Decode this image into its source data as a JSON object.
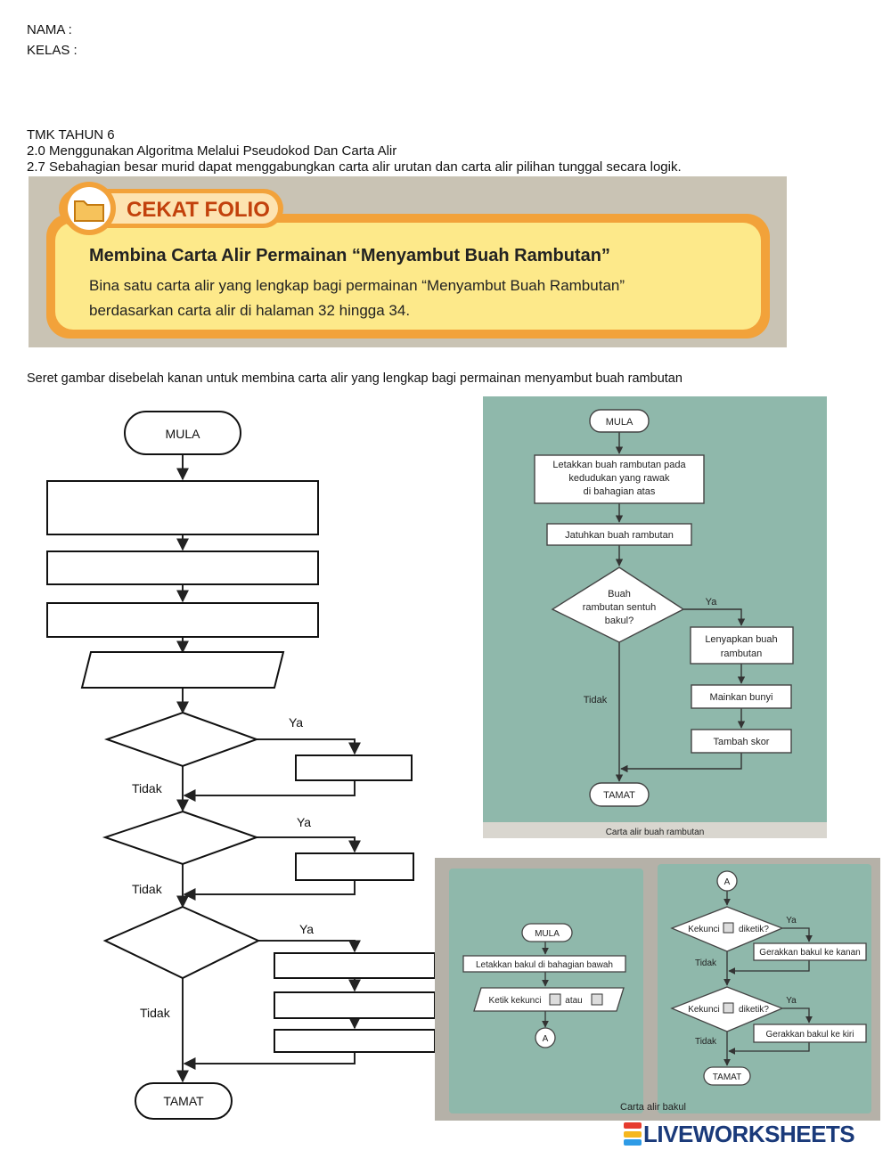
{
  "header": {
    "nama": "NAMA :",
    "kelas": "KELAS :",
    "subject": "TMK TAHUN 6",
    "topic": "2.0 Menggunakan Algoritma Melalui Pseudokod  Dan Carta Alir",
    "standard": "2.7 Sebahagian besar murid dapat menggabungkan carta alir urutan dan carta alir pilihan tunggal secara logik."
  },
  "banner": {
    "tag": "CEKAT FOLIO",
    "title": "Membina Carta Alir Permainan “Menyambut Buah Rambutan”",
    "line1": "Bina satu carta alir yang lengkap bagi permainan “Menyambut Buah Rambutan”",
    "line2": "berdasarkan carta alir di halaman 32 hingga 34."
  },
  "instruction": "Seret gambar disebelah kanan untuk membina carta alir yang lengkap bagi permainan menyambut buah rambutan",
  "worksheet": {
    "start": "MULA",
    "end": "TAMAT",
    "yes": "Ya",
    "no": "Tidak"
  },
  "ref1": {
    "start": "MULA",
    "step1_l1": "Letakkan buah rambutan pada",
    "step1_l2": "kedudukan yang rawak",
    "step1_l3": "di bahagian atas",
    "step2": "Jatuhkan buah rambutan",
    "decision_l1": "Buah",
    "decision_l2": "rambutan sentuh",
    "decision_l3": "bakul?",
    "yes": "Ya",
    "no": "Tidak",
    "act1_l1": "Lenyapkan buah",
    "act1_l2": "rambutan",
    "act2": "Mainkan bunyi",
    "act3": "Tambah skor",
    "end": "TAMAT",
    "caption": "Carta alir buah rambutan"
  },
  "ref2": {
    "start": "MULA",
    "step1": "Letakkan bakul di bahagian bawah",
    "input_pre": "Ketik kekunci",
    "input_mid": "atau",
    "connector": "A",
    "d1_pre": "Kekunci",
    "d1_post": "diketik?",
    "d2_pre": "Kekunci",
    "d2_post": "diketik?",
    "yes": "Ya",
    "no": "Tidak",
    "act1": "Gerakkan bakul ke kanan",
    "act2": "Gerakkan bakul ke kiri",
    "end": "TAMAT",
    "caption": "Carta alir bakul"
  },
  "footer": {
    "brand": "LIVEWORKSHEETS"
  },
  "colors": {
    "banner_orange": "#f2a23a",
    "banner_yellow": "#fde98a",
    "panel_teal": "#8fb8ab",
    "brand_blue": "#1a3a7a"
  }
}
